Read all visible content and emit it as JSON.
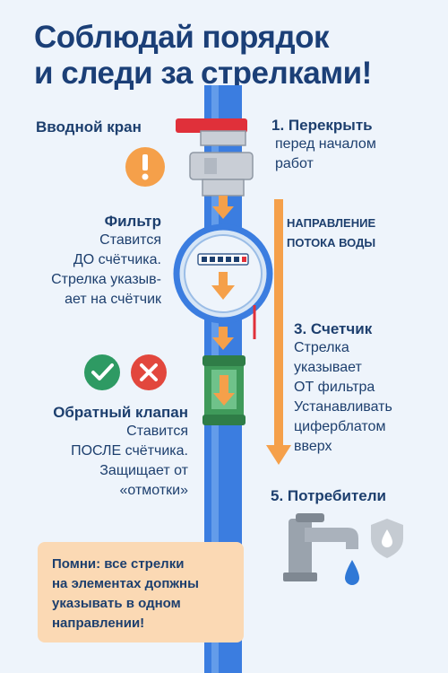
{
  "title": {
    "line1": "Соблюдай порядок",
    "line2": "и следи за стрелками!"
  },
  "inlet_valve": {
    "label": "Вводной кран"
  },
  "step1": {
    "title": "1. Перекрыть",
    "line1": "перед началом",
    "line2": "работ"
  },
  "filter": {
    "label": "Фильтр",
    "line1": "Ставится",
    "line2": "ДО счётчика.",
    "line3": "Стрелка указыв-",
    "line4": "ает на счётчик"
  },
  "flow": {
    "line1": "НАПРАВЛЕНИЕ",
    "line2": "ПОТОКА ВОДЫ"
  },
  "meter": {
    "title": "3. Счетчик",
    "line1": "Стрелка",
    "line2": "указывает",
    "line3": "ОТ фильтра",
    "line4": "Устанавливать",
    "line5": "циферблатом",
    "line6": "вверх"
  },
  "check_valve": {
    "label": "Обратный клапан",
    "line1": "Ставится",
    "line2": "ПОСЛЕ счётчика.",
    "line3": "Защищает от",
    "line4": "«отмотки»"
  },
  "consumers": {
    "label": "5. Потребители"
  },
  "note": {
    "line1": "Помни: все стрелки",
    "line2": "на элементах допжны",
    "line3": "указывать в одном",
    "line4": "направлении!"
  },
  "icons": {
    "warning": "exclamation-icon",
    "correct": "checkmark-icon",
    "wrong": "cross-icon",
    "faucet": "faucet-icon",
    "drop": "water-drop-icon",
    "shield": "shield-drop-icon"
  },
  "colors": {
    "pipe": "#3b7de0",
    "arrow": "#f5a04a",
    "valve_handle": "#e0303a",
    "check_valve": "#3f9a5a",
    "ok": "#2e9a63",
    "bad": "#e2473d",
    "note_bg": "#fbd9b4",
    "title": "#1b3f77"
  }
}
